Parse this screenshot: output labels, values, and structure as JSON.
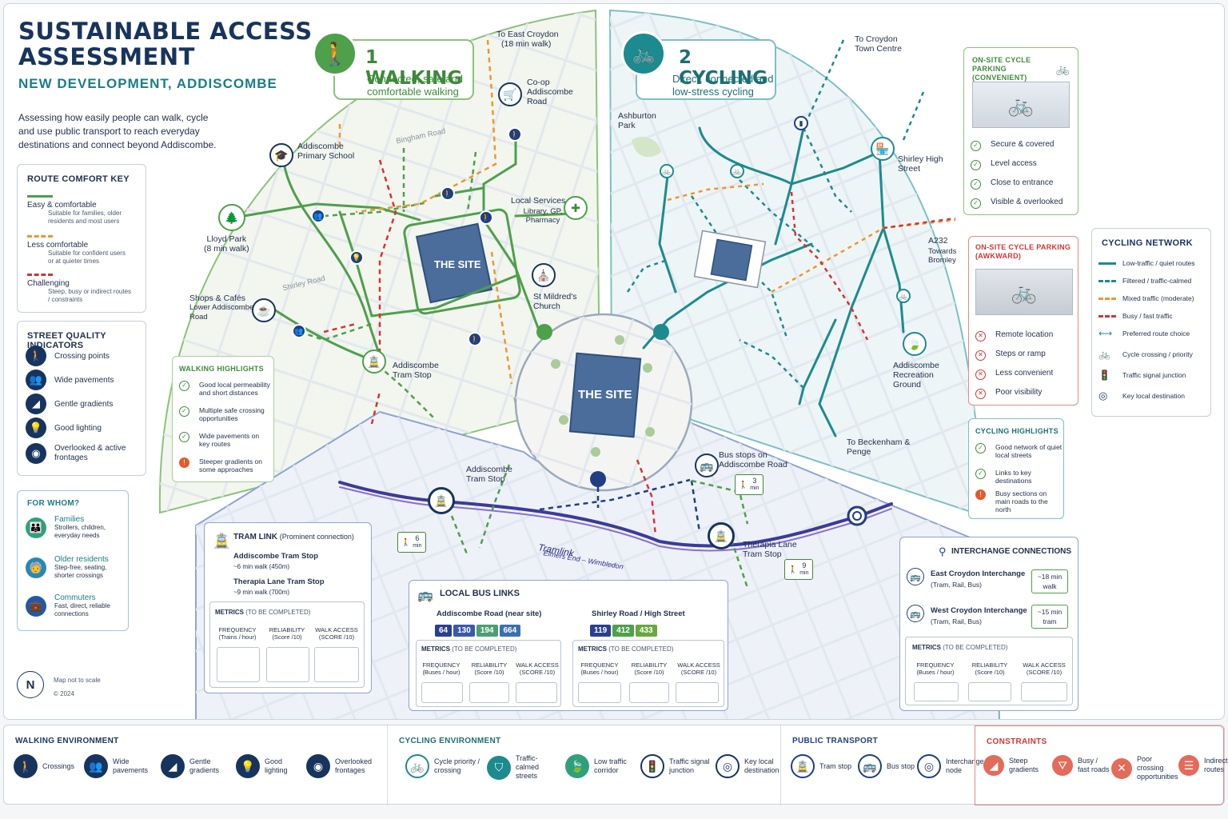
{
  "header": {
    "title_line1": "SUSTAINABLE ACCESS",
    "title_line2": "ASSESSMENT",
    "subtitle": "NEW DEVELOPMENT, ADDISCOMBE",
    "intro": "Assessing how easily people can walk, cycle and use public transport to reach everyday destinations and connect beyond Addiscombe."
  },
  "route_key": {
    "title": "ROUTE COMFORT KEY",
    "items": [
      {
        "label": "Easy & comfortable",
        "desc": "Suitable for families, older residents and most users",
        "color": "#4ea04a"
      },
      {
        "label": "Less comfortable",
        "desc": "Suitable for confident users or at quieter times",
        "color": "#f0962b"
      },
      {
        "label": "Challenging",
        "desc": "Steep, busy or indirect routes / constraints",
        "color": "#d63333"
      }
    ]
  },
  "street_quality": {
    "title": "STREET QUALITY INDICATORS",
    "items": [
      {
        "label": "Crossing points",
        "icon": "pedestrian-icon"
      },
      {
        "label": "Wide pavements",
        "icon": "people-icon"
      },
      {
        "label": "Gentle gradients",
        "icon": "slope-icon"
      },
      {
        "label": "Good lighting",
        "icon": "streetlight-icon"
      },
      {
        "label": "Overlooked & active frontages",
        "icon": "eye-icon"
      }
    ]
  },
  "for_whom": {
    "title": "FOR WHOM?",
    "items": [
      {
        "label": "Families",
        "desc": "Strollers, children, everyday needs",
        "icon": "family-icon"
      },
      {
        "label": "Older residents",
        "desc": "Step-free, seating, shorter crossings",
        "icon": "elderly-icon"
      },
      {
        "label": "Commuters",
        "desc": "Fast, direct, reliable connections",
        "icon": "briefcase-icon"
      }
    ]
  },
  "footer_note": {
    "north": "N",
    "scale": "Map not to scale",
    "year": "© 2024"
  },
  "walking": {
    "number": "1",
    "title": "WALKING",
    "line1": "Connected, safe and",
    "line2": "comfortable walking",
    "color": "#4ea04a",
    "places": {
      "east_croydon": "To East Croydon",
      "east_croydon_time": "(18 min walk)",
      "coop": "Co-op Addiscombe Road",
      "school": "Addiscombe Primary School",
      "bingham": "Bingham Road",
      "local_services": "Local Services",
      "local_services_desc": "Library, GP, Pharmacy",
      "lloyd_park": "Lloyd Park",
      "lloyd_time": "(8 min walk)",
      "shirley_road": "Shirley Road",
      "shops": "Shops & Cafés",
      "shops_desc": "Lower Addiscombe Road",
      "st_mildreds": "St Mildred's Church",
      "tram_stop": "Addiscombe Tram Stop",
      "site": "THE SITE"
    },
    "highlights": {
      "title": "WALKING HIGHLIGHTS",
      "items": [
        {
          "type": "check",
          "text": "Good local permeability and short distances"
        },
        {
          "type": "check",
          "text": "Multiple safe crossing opportunities"
        },
        {
          "type": "check",
          "text": "Wide pavements on key routes"
        },
        {
          "type": "warn",
          "text": "Steeper gradients on some approaches"
        }
      ]
    }
  },
  "cycling": {
    "number": "2",
    "title": "CYCLING",
    "line1": "Direct, connected and",
    "line2": "low-stress cycling",
    "color": "#1c8b8f",
    "places": {
      "croydon_centre": "To Croydon Town Centre",
      "ashburton": "Ashburton Park",
      "shirley_high": "Shirley High Street",
      "a232": "A232",
      "a232_desc": "Towards Bromley",
      "recreation": "Addiscombe Recreation Ground",
      "beckenham": "To Beckenham & Penge"
    },
    "parking_good": {
      "title": "ON-SITE CYCLE PARKING (CONVENIENT)",
      "items": [
        "Secure & covered",
        "Level access",
        "Close to entrance",
        "Visible & overlooked"
      ]
    },
    "parking_bad": {
      "title": "ON-SITE CYCLE PARKING (AWKWARD)",
      "items": [
        "Remote location",
        "Steps or ramp",
        "Less convenient",
        "Poor visibility"
      ]
    },
    "network": {
      "title": "CYCLING NETWORK",
      "items": [
        {
          "label": "Low-traffic / quiet routes",
          "style": "solid-teal"
        },
        {
          "label": "Filtered / traffic-calmed",
          "style": "dash-teal"
        },
        {
          "label": "Mixed traffic (moderate)",
          "style": "dash-orange"
        },
        {
          "label": "Busy / fast traffic",
          "style": "dash-red"
        },
        {
          "label": "Preferred route choice",
          "style": "arrow-teal"
        },
        {
          "label": "Cycle crossing / priority",
          "style": "bike-icon"
        },
        {
          "label": "Traffic signal junction",
          "style": "signal-icon"
        },
        {
          "label": "Key local destination",
          "style": "target-icon"
        }
      ]
    },
    "highlights": {
      "title": "CYCLING HIGHLIGHTS",
      "items": [
        {
          "type": "check",
          "text": "Good network of quiet local streets"
        },
        {
          "type": "check",
          "text": "Links to key destinations"
        },
        {
          "type": "warn",
          "text": "Busy sections on main roads to the north"
        }
      ]
    }
  },
  "centre_site": "THE SITE",
  "transport": {
    "addiscombe_tram": "Addiscombe Tram Stop",
    "bus_stops": "Bus stops on Addiscombe Road",
    "therapia": "Therapia Lane Tram Stop",
    "tramlink": "Tramlink",
    "tramlink_sub": "Elmers End – Wimbledon",
    "walk_6": "6",
    "walk_3": "3",
    "walk_9": "9",
    "min": "min",
    "tram_link": {
      "title": "TRAM LINK",
      "title_sub": "(Prominent connection)",
      "stop1": "Addiscombe Tram Stop",
      "stop1_desc": "~6 min walk (450m)",
      "stop2": "Therapia Lane Tram Stop",
      "stop2_desc": "~9 min walk (700m)",
      "metrics_title": "METRICS",
      "metrics_sub": "(TO BE COMPLETED)",
      "cols": [
        {
          "h": "FREQUENCY",
          "s": "(Trains / hour)"
        },
        {
          "h": "RELIABILITY",
          "s": "(Score /10)"
        },
        {
          "h": "WALK ACCESS",
          "s": "(SCORE /10)"
        }
      ]
    },
    "bus_links": {
      "title": "LOCAL BUS LINKS",
      "group1": "Addiscombe Road (near site)",
      "group1_routes": [
        {
          "n": "64",
          "c": "#2a3f8f"
        },
        {
          "n": "130",
          "c": "#3a5aa8"
        },
        {
          "n": "194",
          "c": "#4e9e73"
        },
        {
          "n": "664",
          "c": "#3c6fb0"
        }
      ],
      "group2": "Shirley Road / High Street",
      "group2_routes": [
        {
          "n": "119",
          "c": "#2a3f8f"
        },
        {
          "n": "412",
          "c": "#4ea04a"
        },
        {
          "n": "433",
          "c": "#6aa83e"
        }
      ],
      "metrics_title": "METRICS",
      "metrics_sub": "(TO BE COMPLETED)",
      "cols": [
        {
          "h": "FREQUENCY",
          "s": "(Buses / hour)"
        },
        {
          "h": "RELIABILITY",
          "s": "(Score /10)"
        },
        {
          "h": "WALK ACCESS",
          "s": "(SCORE /10)"
        }
      ]
    },
    "interchange": {
      "title": "INTERCHANGE CONNECTIONS",
      "items": [
        {
          "name": "East Croydon Interchange",
          "desc": "(Tram, Rail, Bus)",
          "time": "~18 min",
          "mode": "walk"
        },
        {
          "name": "West Croydon Interchange",
          "desc": "(Tram, Rail, Bus)",
          "time": "~15 min",
          "mode": "tram"
        }
      ],
      "metrics_title": "METRICS",
      "metrics_sub": "(TO BE COMPLETED)",
      "cols": [
        {
          "h": "FREQUENCY",
          "s": "(Buses / hour)"
        },
        {
          "h": "RELIABILITY",
          "s": "(Score /10)"
        },
        {
          "h": "WALK ACCESS",
          "s": "(SCORE /10)"
        }
      ]
    }
  },
  "legend": {
    "walking": {
      "title": "WALKING ENVIRONMENT",
      "items": [
        "Crossings",
        "Wide pavements",
        "Gentle gradients",
        "Good lighting",
        "Overlooked frontages"
      ]
    },
    "cycling": {
      "title": "CYCLING ENVIRONMENT",
      "items": [
        "Cycle priority / crossing",
        "Traffic-calmed streets",
        "Low traffic corridor",
        "Traffic signal junction",
        "Key local destination"
      ]
    },
    "public": {
      "title": "PUBLIC TRANSPORT",
      "items": [
        "Tram stop",
        "Bus stop",
        "Interchange node"
      ]
    },
    "constraints": {
      "title": "CONSTRAINTS",
      "items": [
        "Steep gradients",
        "Busy / fast roads",
        "Poor crossing opportunities",
        "Indirect routes"
      ]
    }
  }
}
